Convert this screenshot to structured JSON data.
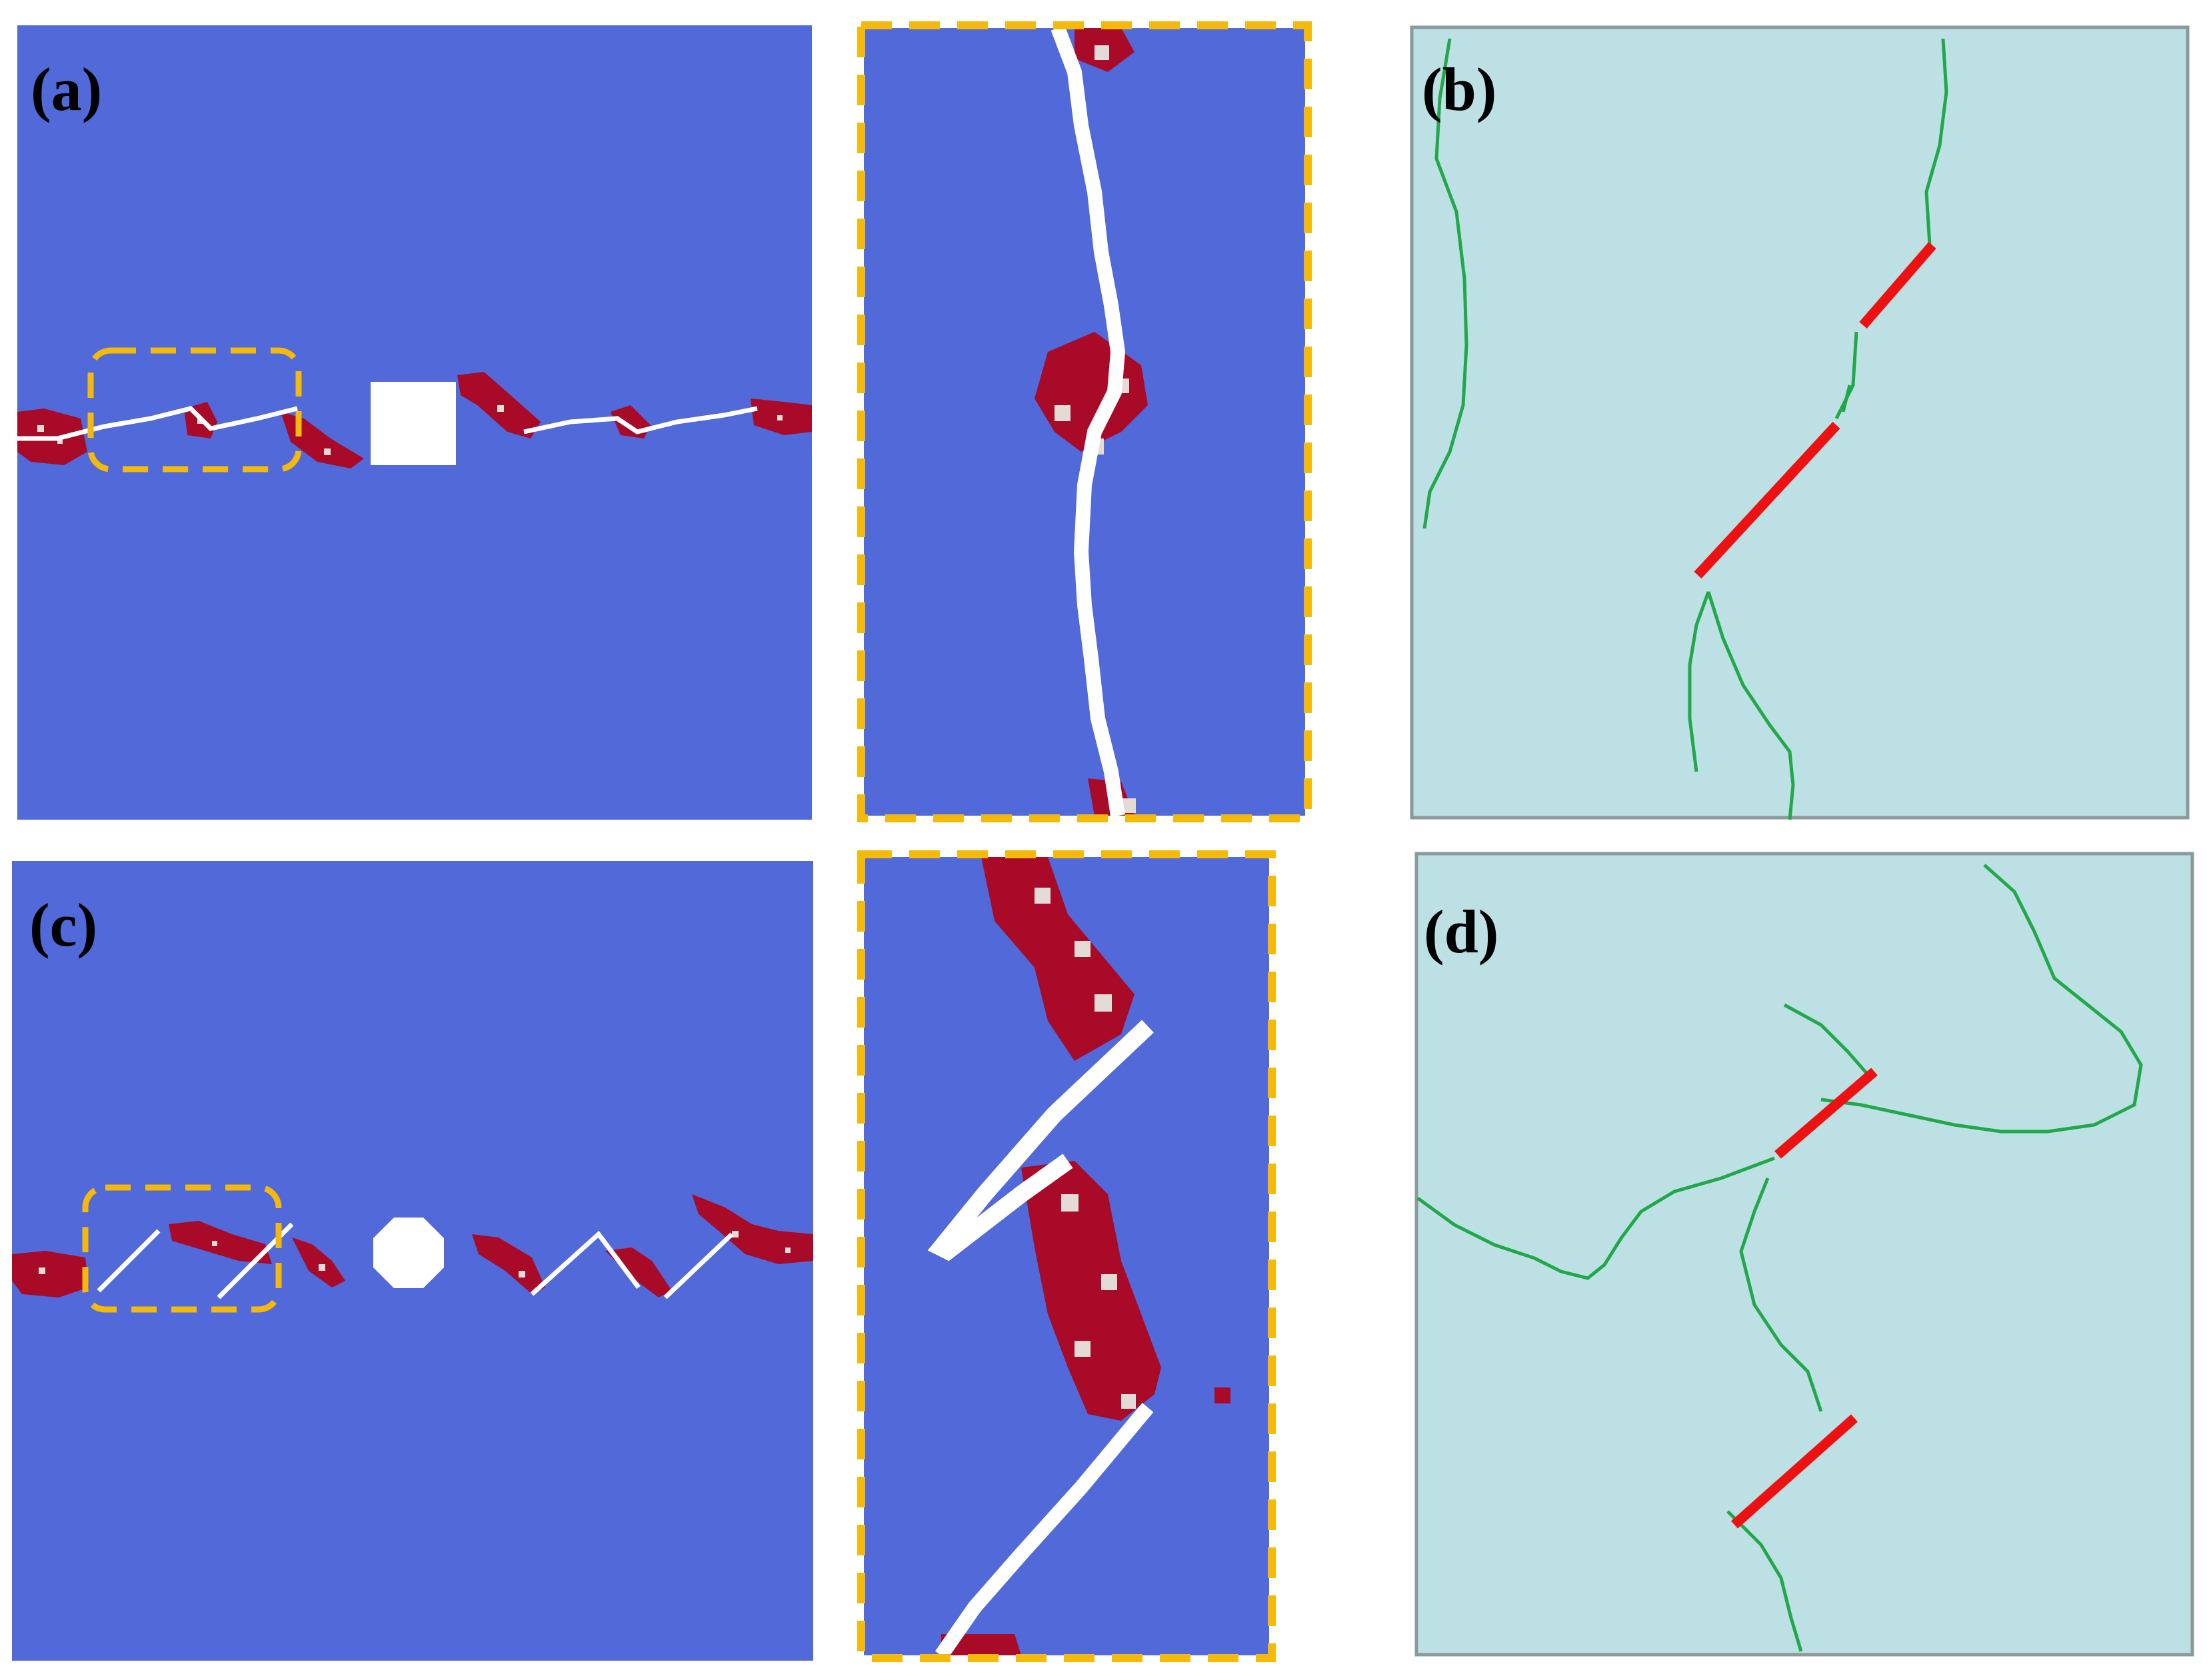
{
  "labels": {
    "a": "(a)",
    "b": "(b)",
    "c": "(c)",
    "d": "(d)"
  },
  "colors": {
    "simulation_background": "#5169d9",
    "damage": "#a80a28",
    "damage_light": "#e3dcd6",
    "crack": "#ffffff",
    "highlight_box": "#f5b90a",
    "sketch_background": "#bce0e3",
    "sketch_border": "#8a9a9a",
    "sketch_crack": "#21a84a",
    "sketch_flaw": "#ee1111"
  },
  "panels": {
    "a": {
      "inclusion_shape": "square"
    },
    "c": {
      "inclusion_shape": "octagon"
    }
  }
}
